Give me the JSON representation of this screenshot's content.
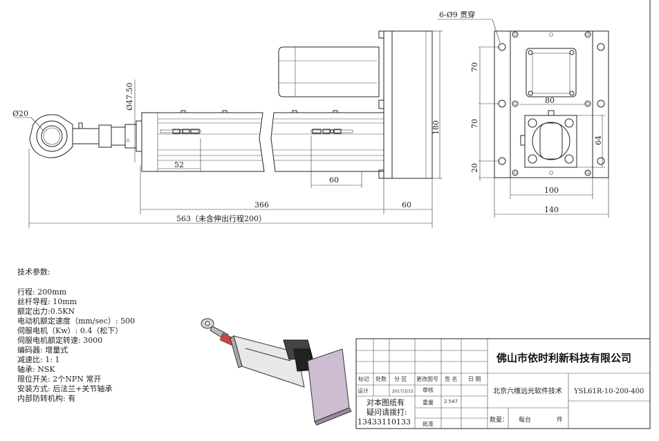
{
  "drawing": {
    "dimensions": {
      "rod_end_dia": "Ø20",
      "rod_dia": "Ø47.50",
      "d52": "52",
      "d60_sensor": "60",
      "d366": "366",
      "d60_flange": "60",
      "d563": "563（未含伸出行程200）",
      "d180": "180",
      "holes": "6-Ø9 贯穿",
      "d70a": "70",
      "d70b": "70",
      "d20": "20",
      "d80": "80",
      "d64": "64",
      "d100": "100",
      "d140": "140"
    }
  },
  "specs": {
    "title": "技术参数:",
    "items": [
      "行程: 200mm",
      "丝杆导程: 10mm",
      "额定出力:0.5KN",
      "电动机额定速度（mm/sec）: 500",
      "伺服电机（Kw）: 0.4（松下）",
      "伺服电机额定转速: 3000",
      "编码器: 增量式",
      "减速比:  1: 1",
      "轴承:  NSK",
      "限位开关:  2个NPN 常开",
      "安装方式: 后法兰+关节轴承",
      "内部防转机构: 有"
    ]
  },
  "title_block": {
    "company": "佛山市依时利新科技有限公司",
    "headers": [
      "标记",
      "处数",
      "分 区",
      "更改图号",
      "签 名",
      "日 期"
    ],
    "design_label": "设计",
    "design_date": "2017/3/15",
    "review_label": "审核",
    "weight_label": "重量",
    "weight_value": "2.547",
    "approve_label": "批准",
    "contact_line1": "对本图纸有",
    "contact_line2": "疑问请拨打:",
    "contact_phone": "13433110133",
    "software": "北京六维远光软件技术",
    "model": "YSL61R-10-200-400",
    "qty_label": "数量：",
    "qty_per": "每台",
    "qty_unit": "件"
  }
}
